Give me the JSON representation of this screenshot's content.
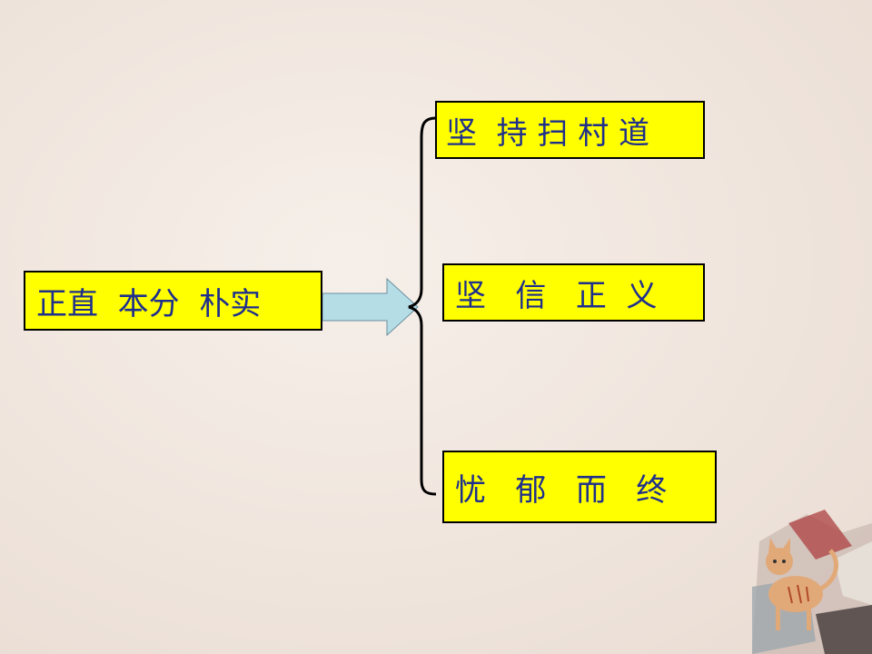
{
  "source": {
    "label": "正直  本分  朴实"
  },
  "branches": [
    {
      "label": "坚  持 扫 村 道"
    },
    {
      "label": "坚   信   正  义"
    },
    {
      "label": "忧   郁   而   终"
    }
  ],
  "colors": {
    "box_fill": "#ffff00",
    "text": "#1f2f8c",
    "arrow": "#b5dde6"
  },
  "icons": {
    "arrow": "right-arrow-icon",
    "brace": "curly-brace-icon",
    "decoration": "cat-illustration-icon"
  }
}
